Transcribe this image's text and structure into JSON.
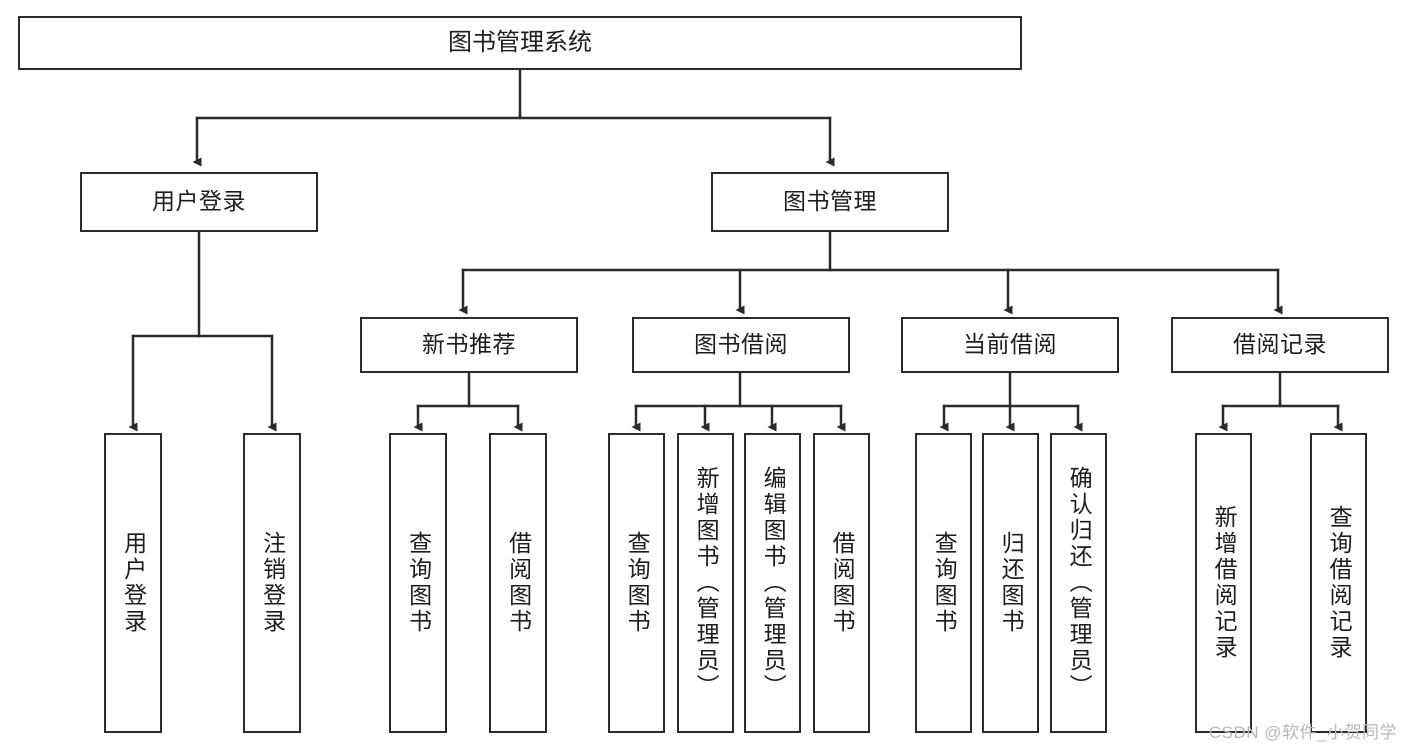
{
  "diagram": {
    "title": "图书管理系统",
    "type": "tree-structure-chart",
    "watermark": "CSDN @软件_小贺同学",
    "stroke_color": "#2b2b2b",
    "fill_color": "#ffffff",
    "text_color": "#1d1d1d"
  },
  "nodes": {
    "root": {
      "label": "图书管理系统"
    },
    "level1": [
      {
        "id": "user-login",
        "label": "用户登录"
      },
      {
        "id": "book-management",
        "label": "图书管理"
      }
    ],
    "level2": [
      {
        "id": "new-book-recommend",
        "label": "新书推荐"
      },
      {
        "id": "book-borrow",
        "label": "图书借阅"
      },
      {
        "id": "current-borrow",
        "label": "当前借阅"
      },
      {
        "id": "borrow-record",
        "label": "借阅记录"
      }
    ],
    "leaves": {
      "user-login": [
        {
          "id": "leaf-user-login",
          "label": "用户登录"
        },
        {
          "id": "leaf-logout-login",
          "label": "注销登录"
        }
      ],
      "new-book-recommend": [
        {
          "id": "leaf-query-book-1",
          "label": "查询图书"
        },
        {
          "id": "leaf-borrow-book-1",
          "label": "借阅图书"
        }
      ],
      "book-borrow": [
        {
          "id": "leaf-query-book-2",
          "label": "查询图书"
        },
        {
          "id": "leaf-add-book",
          "label": "新增图书（管理员）"
        },
        {
          "id": "leaf-edit-book",
          "label": "编辑图书（管理员）"
        },
        {
          "id": "leaf-borrow-book-2",
          "label": "借阅图书"
        }
      ],
      "current-borrow": [
        {
          "id": "leaf-query-book-3",
          "label": "查询图书"
        },
        {
          "id": "leaf-return-book",
          "label": "归还图书"
        },
        {
          "id": "leaf-confirm-return",
          "label": "确认归还（管理员）"
        }
      ],
      "borrow-record": [
        {
          "id": "leaf-add-record",
          "label": "新增借阅记录"
        },
        {
          "id": "leaf-query-record",
          "label": "查询借阅记录"
        }
      ]
    }
  }
}
